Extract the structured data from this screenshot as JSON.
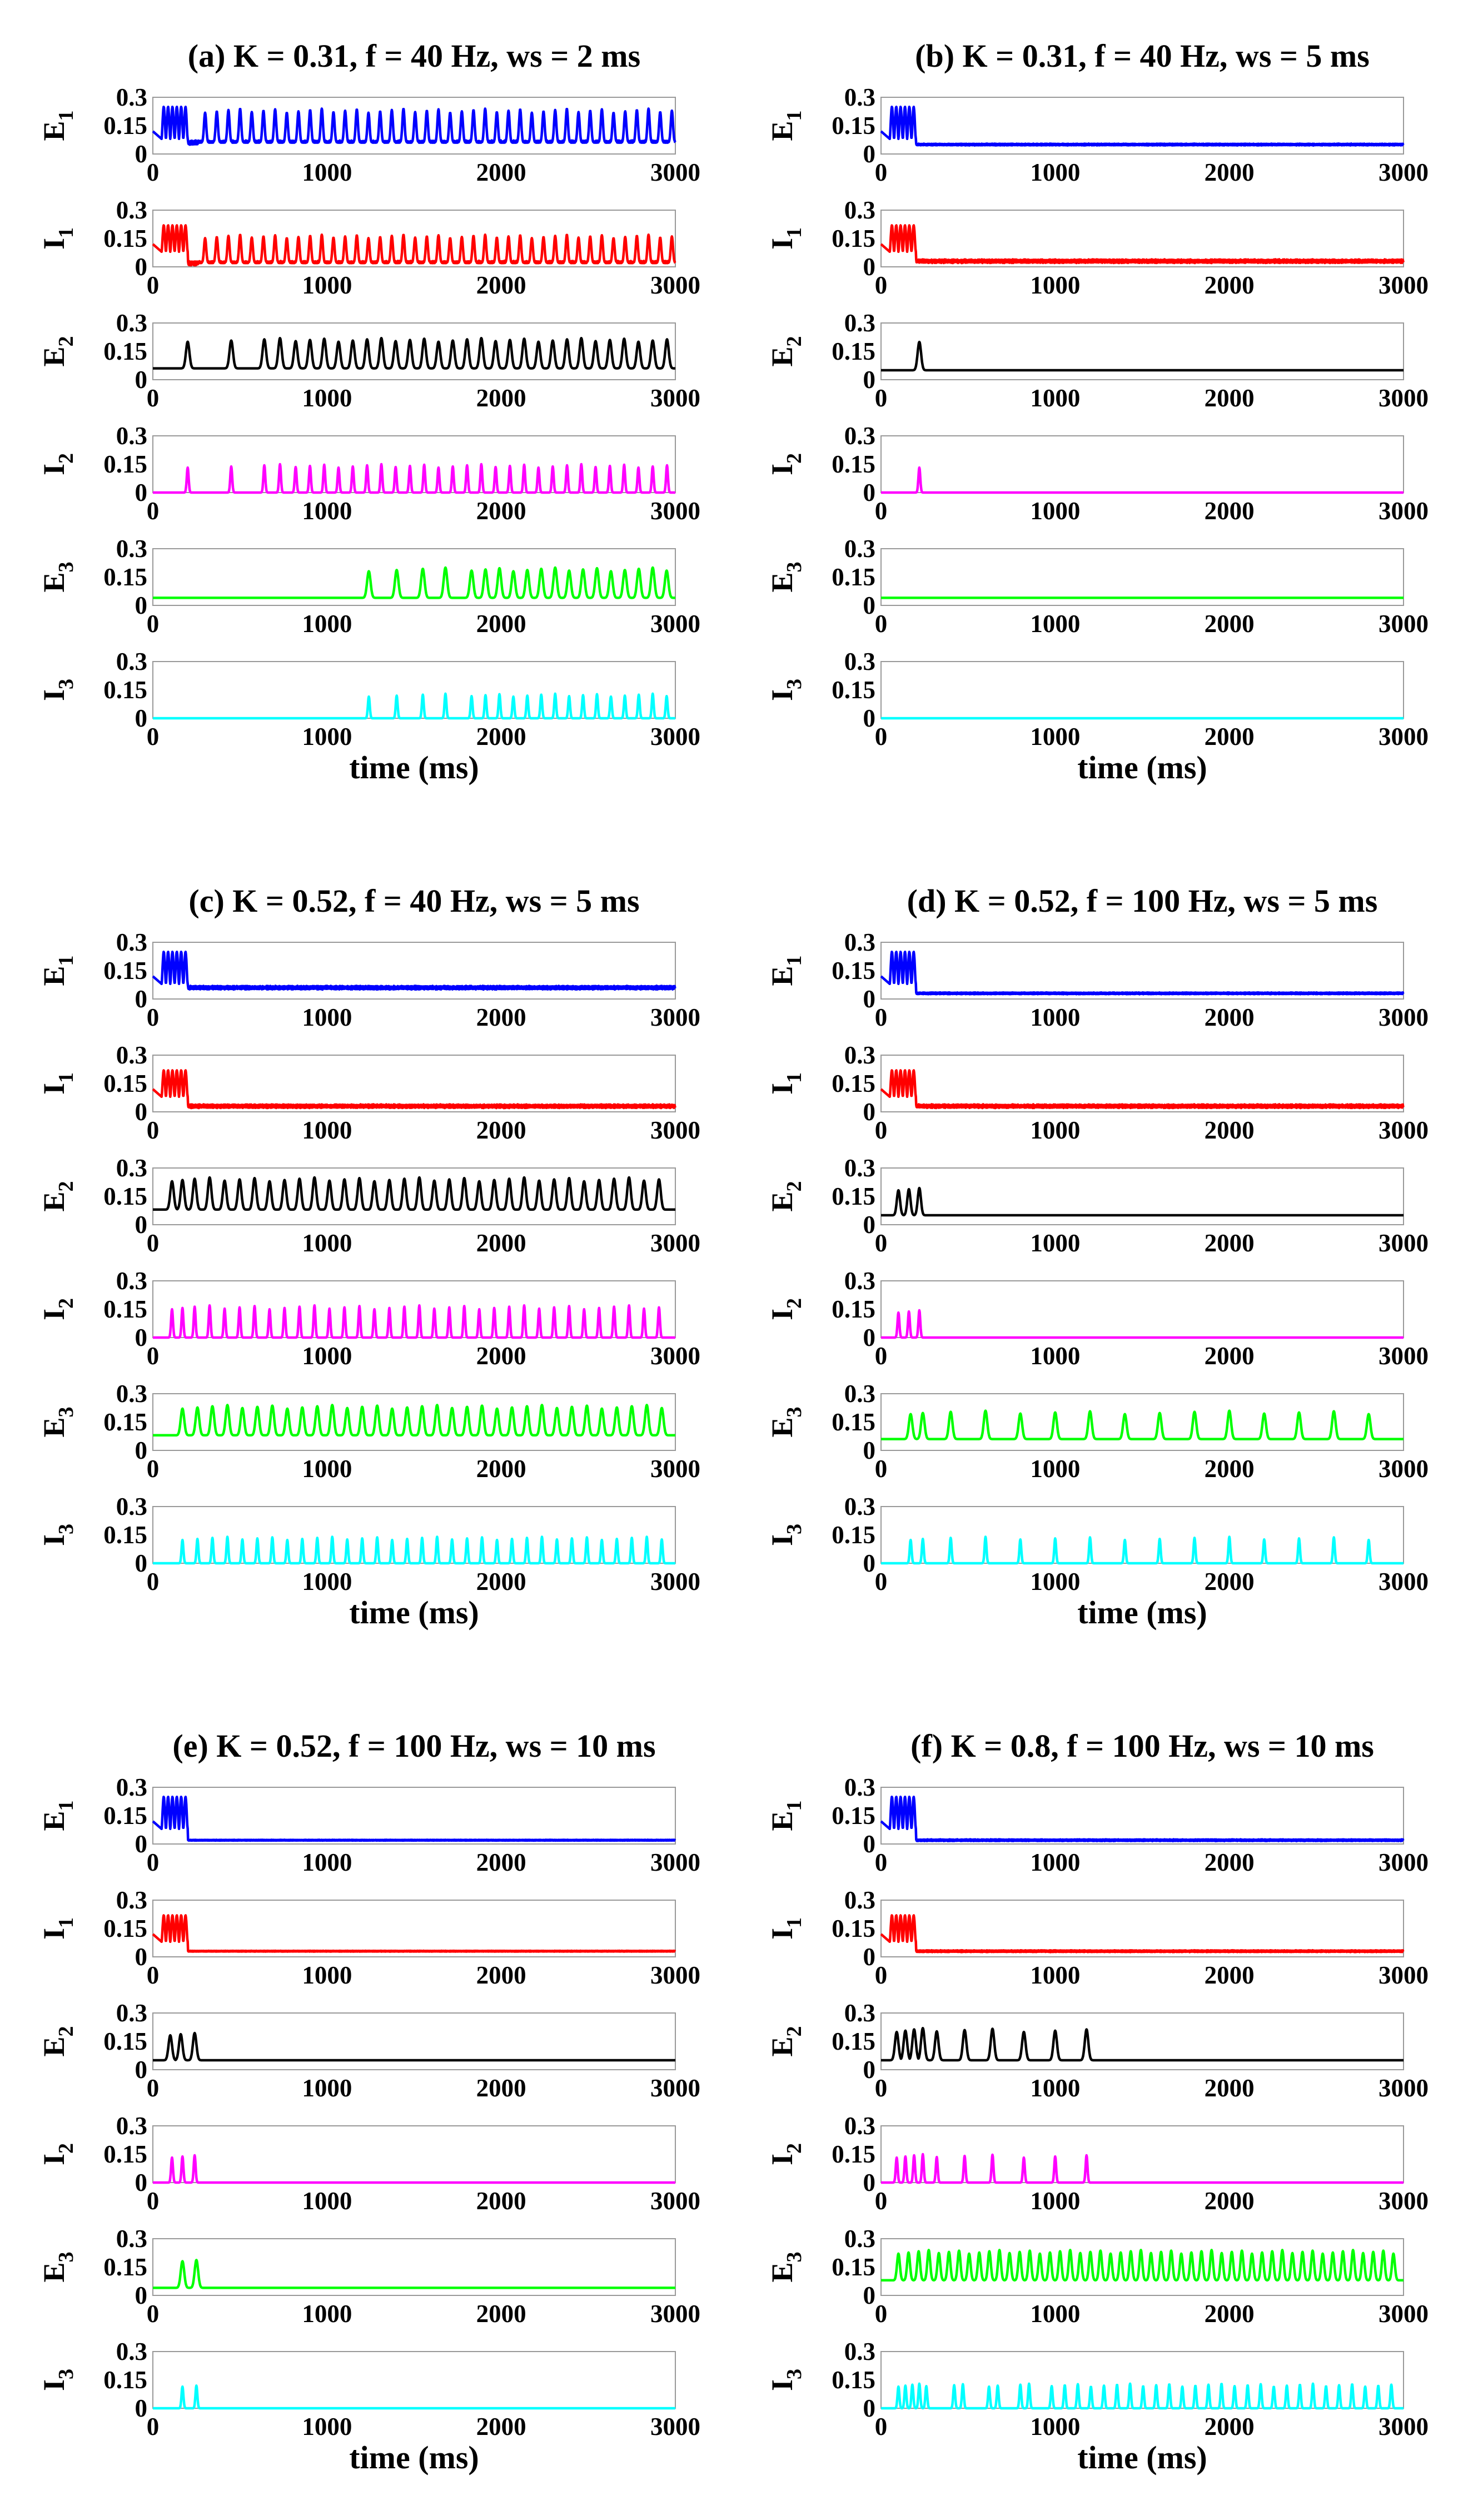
{
  "chart_data": [
    {
      "id": "a",
      "type": "line",
      "title": "(a) K = 0.31, f = 40 Hz, ws = 2 ms",
      "xlabel": "time (ms)",
      "xlim": [
        0,
        3000
      ],
      "ylim": [
        0,
        0.3
      ],
      "xticks": [
        "0",
        "1000",
        "2000",
        "3000"
      ],
      "yticks": [
        "0",
        "0.15",
        "0.3"
      ],
      "series": [
        {
          "name": "E",
          "sub": "1",
          "color": "#0000ff",
          "baseline": 0.06,
          "noise": 0.01,
          "burst": [
            50,
            200,
            6,
            0.25
          ],
          "spikes": {
            "start": 300,
            "end": 3000,
            "period": 67,
            "amp": 0.18,
            "width": 14
          }
        },
        {
          "name": "I",
          "sub": "1",
          "color": "#ff0000",
          "baseline": 0.02,
          "noise": 0.01,
          "burst": [
            50,
            200,
            6,
            0.22
          ],
          "spikes": {
            "start": 300,
            "end": 3000,
            "period": 67,
            "amp": 0.15,
            "width": 14
          }
        },
        {
          "name": "E",
          "sub": "2",
          "color": "#000000",
          "baseline": 0.06,
          "noise": 0,
          "burst": null,
          "spikes": {
            "times": [
              200,
              450,
              640,
              730
            ],
            "start": 820,
            "end": 3000,
            "period": 82,
            "amp": 0.16,
            "width": 22
          }
        },
        {
          "name": "I",
          "sub": "2",
          "color": "#ff00ff",
          "baseline": 0.0,
          "noise": 0,
          "burst": null,
          "spikes": {
            "times": [
              200,
              450,
              640,
              730
            ],
            "start": 820,
            "end": 3000,
            "period": 82,
            "amp": 0.15,
            "width": 12
          }
        },
        {
          "name": "E",
          "sub": "3",
          "color": "#00ff00",
          "baseline": 0.04,
          "noise": 0,
          "burst": null,
          "spikes": {
            "times": [
              1240,
              1400,
              1550,
              1680
            ],
            "start": 1830,
            "end": 3000,
            "period": 80,
            "amp": 0.16,
            "width": 22
          }
        },
        {
          "name": "I",
          "sub": "3",
          "color": "#00ffff",
          "baseline": 0.0,
          "noise": 0,
          "burst": null,
          "spikes": {
            "times": [
              1240,
              1400,
              1550,
              1680
            ],
            "start": 1830,
            "end": 3000,
            "period": 80,
            "amp": 0.13,
            "width": 12
          }
        }
      ]
    },
    {
      "id": "b",
      "type": "line",
      "title": "(b) K = 0.31, f = 40 Hz, ws = 5 ms",
      "xlabel": "time (ms)",
      "xlim": [
        0,
        3000
      ],
      "ylim": [
        0,
        0.3
      ],
      "xticks": [
        "0",
        "1000",
        "2000",
        "3000"
      ],
      "yticks": [
        "0",
        "0.15",
        "0.3"
      ],
      "series": [
        {
          "name": "E",
          "sub": "1",
          "color": "#0000ff",
          "baseline": 0.05,
          "noise": 0.004,
          "burst": [
            50,
            200,
            6,
            0.25
          ],
          "spikes": null
        },
        {
          "name": "I",
          "sub": "1",
          "color": "#ff0000",
          "baseline": 0.03,
          "noise": 0.008,
          "burst": [
            50,
            200,
            6,
            0.22
          ],
          "spikes": null
        },
        {
          "name": "E",
          "sub": "2",
          "color": "#000000",
          "baseline": 0.05,
          "noise": 0,
          "burst": null,
          "spikes": {
            "times": [
              220
            ],
            "amp": 0.17,
            "width": 22
          }
        },
        {
          "name": "I",
          "sub": "2",
          "color": "#ff00ff",
          "baseline": 0.0,
          "noise": 0,
          "burst": null,
          "spikes": {
            "times": [
              220
            ],
            "amp": 0.15,
            "width": 12
          }
        },
        {
          "name": "E",
          "sub": "3",
          "color": "#00ff00",
          "baseline": 0.04,
          "noise": 0,
          "burst": null,
          "spikes": null
        },
        {
          "name": "I",
          "sub": "3",
          "color": "#00ffff",
          "baseline": 0.0,
          "noise": 0,
          "burst": null,
          "spikes": null
        }
      ]
    },
    {
      "id": "c",
      "type": "line",
      "title": "(c) K = 0.52, f = 40 Hz, ws = 5 ms",
      "xlabel": "time (ms)",
      "xlim": [
        0,
        3000
      ],
      "ylim": [
        0,
        0.3
      ],
      "xticks": [
        "0",
        "1000",
        "2000",
        "3000"
      ],
      "yticks": [
        "0",
        "0.15",
        "0.3"
      ],
      "series": [
        {
          "name": "E",
          "sub": "1",
          "color": "#0000ff",
          "baseline": 0.06,
          "noise": 0.008,
          "burst": [
            50,
            200,
            6,
            0.25
          ],
          "spikes": null
        },
        {
          "name": "I",
          "sub": "1",
          "color": "#ff0000",
          "baseline": 0.03,
          "noise": 0.008,
          "burst": [
            50,
            200,
            6,
            0.22
          ],
          "spikes": null
        },
        {
          "name": "E",
          "sub": "2",
          "color": "#000000",
          "baseline": 0.08,
          "noise": 0,
          "burst": null,
          "spikes": {
            "times": [
              110,
              170
            ],
            "start": 240,
            "end": 3000,
            "period": 86,
            "amp": 0.17,
            "width": 22
          }
        },
        {
          "name": "I",
          "sub": "2",
          "color": "#ff00ff",
          "baseline": 0.0,
          "noise": 0,
          "burst": null,
          "spikes": {
            "times": [
              110,
              170
            ],
            "start": 240,
            "end": 3000,
            "period": 86,
            "amp": 0.17,
            "width": 12
          }
        },
        {
          "name": "E",
          "sub": "3",
          "color": "#00ff00",
          "baseline": 0.08,
          "noise": 0,
          "burst": null,
          "spikes": {
            "start": 170,
            "end": 3000,
            "period": 86,
            "amp": 0.16,
            "width": 22
          }
        },
        {
          "name": "I",
          "sub": "3",
          "color": "#00ffff",
          "baseline": 0.0,
          "noise": 0,
          "burst": null,
          "spikes": {
            "start": 170,
            "end": 3000,
            "period": 86,
            "amp": 0.14,
            "width": 12
          }
        }
      ]
    },
    {
      "id": "d",
      "type": "line",
      "title": "(d) K = 0.52, f = 100 Hz, ws = 5 ms",
      "xlabel": "time (ms)",
      "xlim": [
        0,
        3000
      ],
      "ylim": [
        0,
        0.3
      ],
      "xticks": [
        "0",
        "1000",
        "2000",
        "3000"
      ],
      "yticks": [
        "0",
        "0.15",
        "0.3"
      ],
      "series": [
        {
          "name": "E",
          "sub": "1",
          "color": "#0000ff",
          "baseline": 0.03,
          "noise": 0.004,
          "burst": [
            50,
            200,
            6,
            0.25
          ],
          "spikes": null
        },
        {
          "name": "I",
          "sub": "1",
          "color": "#ff0000",
          "baseline": 0.03,
          "noise": 0.008,
          "burst": [
            50,
            200,
            6,
            0.22
          ],
          "spikes": null
        },
        {
          "name": "E",
          "sub": "2",
          "color": "#000000",
          "baseline": 0.05,
          "noise": 0,
          "burst": null,
          "spikes": {
            "times": [
              100,
              160,
              220
            ],
            "amp": 0.15,
            "width": 20
          }
        },
        {
          "name": "I",
          "sub": "2",
          "color": "#ff00ff",
          "baseline": 0.0,
          "noise": 0,
          "burst": null,
          "spikes": {
            "times": [
              100,
              160,
              220
            ],
            "amp": 0.15,
            "width": 12
          }
        },
        {
          "name": "E",
          "sub": "3",
          "color": "#00ff00",
          "baseline": 0.06,
          "noise": 0,
          "burst": null,
          "spikes": {
            "times": [
              170,
              240
            ],
            "start": 400,
            "end": 3000,
            "period": 200,
            "amp": 0.15,
            "width": 22
          }
        },
        {
          "name": "I",
          "sub": "3",
          "color": "#00ffff",
          "baseline": 0.0,
          "noise": 0,
          "burst": null,
          "spikes": {
            "times": [
              170,
              240
            ],
            "start": 400,
            "end": 3000,
            "period": 200,
            "amp": 0.14,
            "width": 12
          }
        }
      ]
    },
    {
      "id": "e",
      "type": "line",
      "title": "(e) K = 0.52, f = 100 Hz, ws = 10 ms",
      "xlabel": "time (ms)",
      "xlim": [
        0,
        3000
      ],
      "ylim": [
        0,
        0.3
      ],
      "xticks": [
        "0",
        "1000",
        "2000",
        "3000"
      ],
      "yticks": [
        "0",
        "0.15",
        "0.3"
      ],
      "series": [
        {
          "name": "E",
          "sub": "1",
          "color": "#0000ff",
          "baseline": 0.02,
          "noise": 0.002,
          "burst": [
            50,
            200,
            6,
            0.25
          ],
          "spikes": null
        },
        {
          "name": "I",
          "sub": "1",
          "color": "#ff0000",
          "baseline": 0.03,
          "noise": 0.002,
          "burst": [
            50,
            200,
            6,
            0.22
          ],
          "spikes": null
        },
        {
          "name": "E",
          "sub": "2",
          "color": "#000000",
          "baseline": 0.05,
          "noise": 0,
          "burst": null,
          "spikes": {
            "times": [
              100,
              160,
              240
            ],
            "amp": 0.15,
            "width": 22
          }
        },
        {
          "name": "I",
          "sub": "2",
          "color": "#ff00ff",
          "baseline": 0.0,
          "noise": 0,
          "burst": null,
          "spikes": {
            "times": [
              110,
              170,
              240
            ],
            "amp": 0.15,
            "width": 12
          }
        },
        {
          "name": "E",
          "sub": "3",
          "color": "#00ff00",
          "baseline": 0.04,
          "noise": 0,
          "burst": null,
          "spikes": {
            "times": [
              170,
              250
            ],
            "amp": 0.16,
            "width": 22
          }
        },
        {
          "name": "I",
          "sub": "3",
          "color": "#00ffff",
          "baseline": 0.0,
          "noise": 0,
          "burst": null,
          "spikes": {
            "times": [
              170,
              250
            ],
            "amp": 0.13,
            "width": 12
          }
        }
      ]
    },
    {
      "id": "f",
      "type": "line",
      "title": "(f) K = 0.8, f = 100 Hz, ws = 10 ms",
      "xlabel": "time (ms)",
      "xlim": [
        0,
        3000
      ],
      "ylim": [
        0,
        0.3
      ],
      "xticks": [
        "0",
        "1000",
        "2000",
        "3000"
      ],
      "yticks": [
        "0",
        "0.15",
        "0.3"
      ],
      "series": [
        {
          "name": "E",
          "sub": "1",
          "color": "#0000ff",
          "baseline": 0.02,
          "noise": 0.004,
          "burst": [
            50,
            200,
            6,
            0.25
          ],
          "spikes": null
        },
        {
          "name": "I",
          "sub": "1",
          "color": "#ff0000",
          "baseline": 0.03,
          "noise": 0.004,
          "burst": [
            50,
            200,
            6,
            0.22
          ],
          "spikes": null
        },
        {
          "name": "E",
          "sub": "2",
          "color": "#000000",
          "baseline": 0.05,
          "noise": 0,
          "burst": null,
          "spikes": {
            "times": [
              90,
              140,
              190,
              240,
              320,
              480,
              640,
              820,
              1000,
              1180
            ],
            "amp": 0.17,
            "width": 22
          }
        },
        {
          "name": "I",
          "sub": "2",
          "color": "#ff00ff",
          "baseline": 0.0,
          "noise": 0,
          "burst": null,
          "spikes": {
            "times": [
              90,
              140,
              190,
              240,
              320,
              480,
              640,
              820,
              1000,
              1180
            ],
            "amp": 0.15,
            "width": 12
          }
        },
        {
          "name": "E",
          "sub": "3",
          "color": "#00ff00",
          "baseline": 0.08,
          "noise": 0,
          "burst": null,
          "spikes": {
            "start": 100,
            "end": 3000,
            "period": 58,
            "amp": 0.16,
            "width": 18
          }
        },
        {
          "name": "I",
          "sub": "3",
          "color": "#00ffff",
          "baseline": 0.0,
          "noise": 0,
          "burst": null,
          "spikes": {
            "times": [
              100,
              140,
              180,
              220,
              260,
              420,
              470,
              620,
              670,
              800,
              850
            ],
            "start": 980,
            "end": 3000,
            "period": 75,
            "amp": 0.13,
            "width": 12
          }
        }
      ]
    }
  ]
}
